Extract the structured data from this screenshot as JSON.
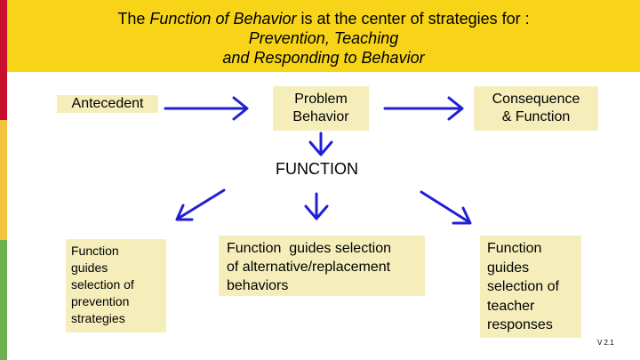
{
  "title": {
    "part1": "The ",
    "italic": "Function of Behavior",
    "part2": " is at the center of strategies for :",
    "line2": "Prevention, Teaching",
    "line3": "and Responding to Behavior"
  },
  "boxes": {
    "antecedent": "Antecedent",
    "problem_line1": "Problem",
    "problem_line2": "Behavior",
    "consequence_line1": "Consequence",
    "consequence_line2": "& Function"
  },
  "function_label": "FUNCTION",
  "outcomes": {
    "prevention": [
      "Function",
      "guides",
      "selection of",
      "prevention",
      "strategies"
    ],
    "alternative": [
      "Function  guides selection",
      "of alternative/replacement",
      "behaviors"
    ],
    "teacher": [
      "Function",
      "guides",
      "selection of",
      "teacher",
      "responses"
    ]
  },
  "version": "V 2.1",
  "colors": {
    "title_bg": "#f7d417",
    "box_bg": "#f5eebb",
    "arrow": "#1f1fd6",
    "stripe_red": "#c8102e",
    "stripe_yellow": "#f2c53d",
    "stripe_green": "#6ab04c"
  }
}
